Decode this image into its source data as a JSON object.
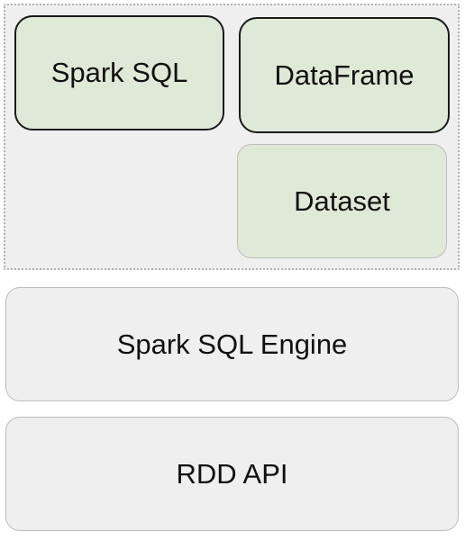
{
  "diagram": {
    "api_group": {
      "spark_sql": "Spark SQL",
      "dataframe": "DataFrame",
      "dataset": "Dataset"
    },
    "engine_layer": "Spark SQL Engine",
    "rdd_layer": "RDD API"
  },
  "colors": {
    "api_box_fill": "#dfe9d7",
    "layer_fill": "#efefef",
    "strong_border": "#1a1a1a",
    "soft_border": "#bdbdbd",
    "group_dotted_border": "#b3b3b3"
  }
}
